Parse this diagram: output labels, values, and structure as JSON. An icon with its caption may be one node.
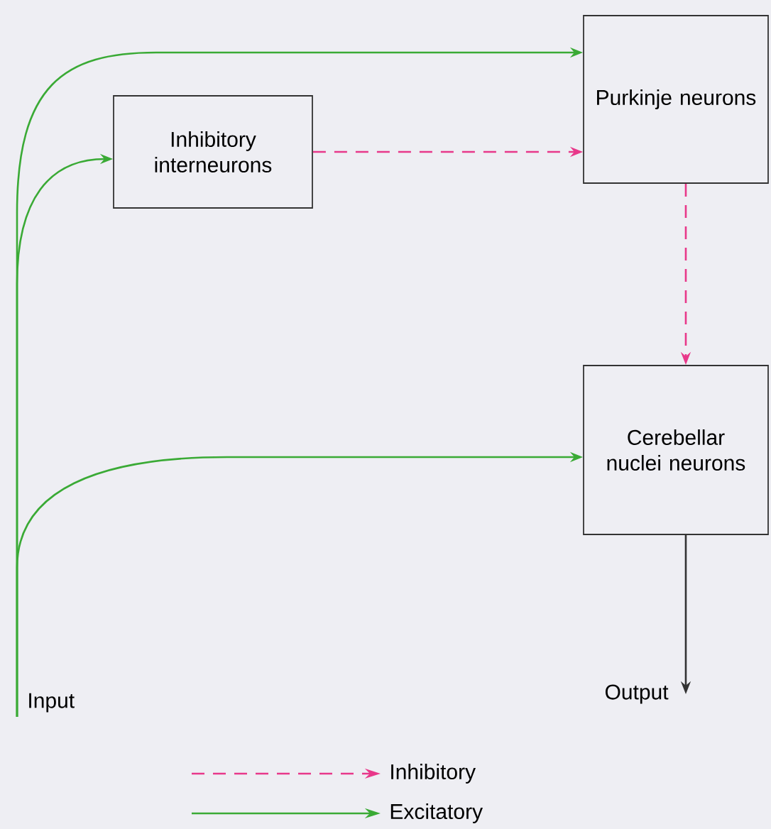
{
  "diagram": {
    "nodes": [
      {
        "text": [
          "Input"
        ]
      },
      {
        "text": [
          "Inhibitory interneurons"
        ]
      },
      {
        "text": [
          "Purkinje neurons"
        ]
      },
      {
        "text": [
          "Cerebellar nuclei neurons"
        ]
      },
      {
        "text": [
          "Output"
        ]
      }
    ],
    "edges": [
      {
        "from": 0,
        "to": 2,
        "arrow": "to"
      },
      {
        "from": 0,
        "to": 1,
        "arrow": "to"
      },
      {
        "from": 1,
        "to": 2,
        "arrow": "to",
        "style": "dashed",
        "color": "#e8388a"
      },
      {
        "from": 2,
        "to": 3,
        "arrow": "to",
        "style": "dashed",
        "color": "#e8388a"
      },
      {
        "from": 0,
        "to": 3,
        "arrow": "to"
      },
      {
        "from": 3,
        "to": 4,
        "arrow": "to",
        "color": "#333333"
      }
    ],
    "legend": [
      {
        "text": "Inhibitory"
      },
      {
        "text": "Excitatory"
      }
    ]
  }
}
